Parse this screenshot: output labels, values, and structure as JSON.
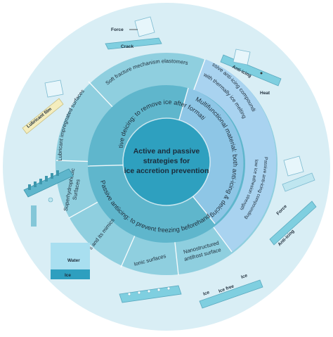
{
  "center": {
    "line1": "Active and passive",
    "line2": "strategies for",
    "line3": "ice accretion prevention"
  },
  "middle_ring": {
    "active": "Active deicing: to remove ice after formation",
    "passive": "Passive antiicing: to prevent freezing beforehand",
    "multifunctional": "Multifunctional material: both anti-icing & deicing"
  },
  "outer_ring": {
    "soft_fracture": "Soft fracture mechanism elastomers",
    "lubricant": "Lubricant impregnated surfaces",
    "superhydrophobic_1": "Superhydrophobic",
    "superhydrophobic_2": "Surfaces",
    "afps": "AFPs and its mimics",
    "ionic": "Ionic surfaces",
    "nanostructured_1": "Nanostructured",
    "nanostructured_2": "antifrost surface",
    "passive_compound_1": "Passive anti-icing compounding",
    "passive_compound_2": "with thermally ice melting",
    "low_adhesion_1": "Passive anti-icing compounding",
    "low_adhesion_2": "low ice adhesion strength"
  },
  "illustrations": {
    "force_top": "Force",
    "crack": "Crack",
    "anti_icing_top": "Anti-icing",
    "heat": "Heat",
    "lubricant_film": "Lubricant film",
    "force_right": "Force",
    "anti_icing_right": "Anti-icing",
    "water": "Water",
    "ice_left": "Ice",
    "ice_bottom_1": "Ice",
    "ice_free": "Ice free",
    "ice_bottom_2": "Ice"
  },
  "colors": {
    "outer_disc": "#d9eef5",
    "outer_ring": "#8fcfdf",
    "right_sector": "#a9d3f0",
    "middle_ring": "#5fb6cc",
    "center": "#2ea0bf",
    "ice": "#7fcfe0"
  }
}
